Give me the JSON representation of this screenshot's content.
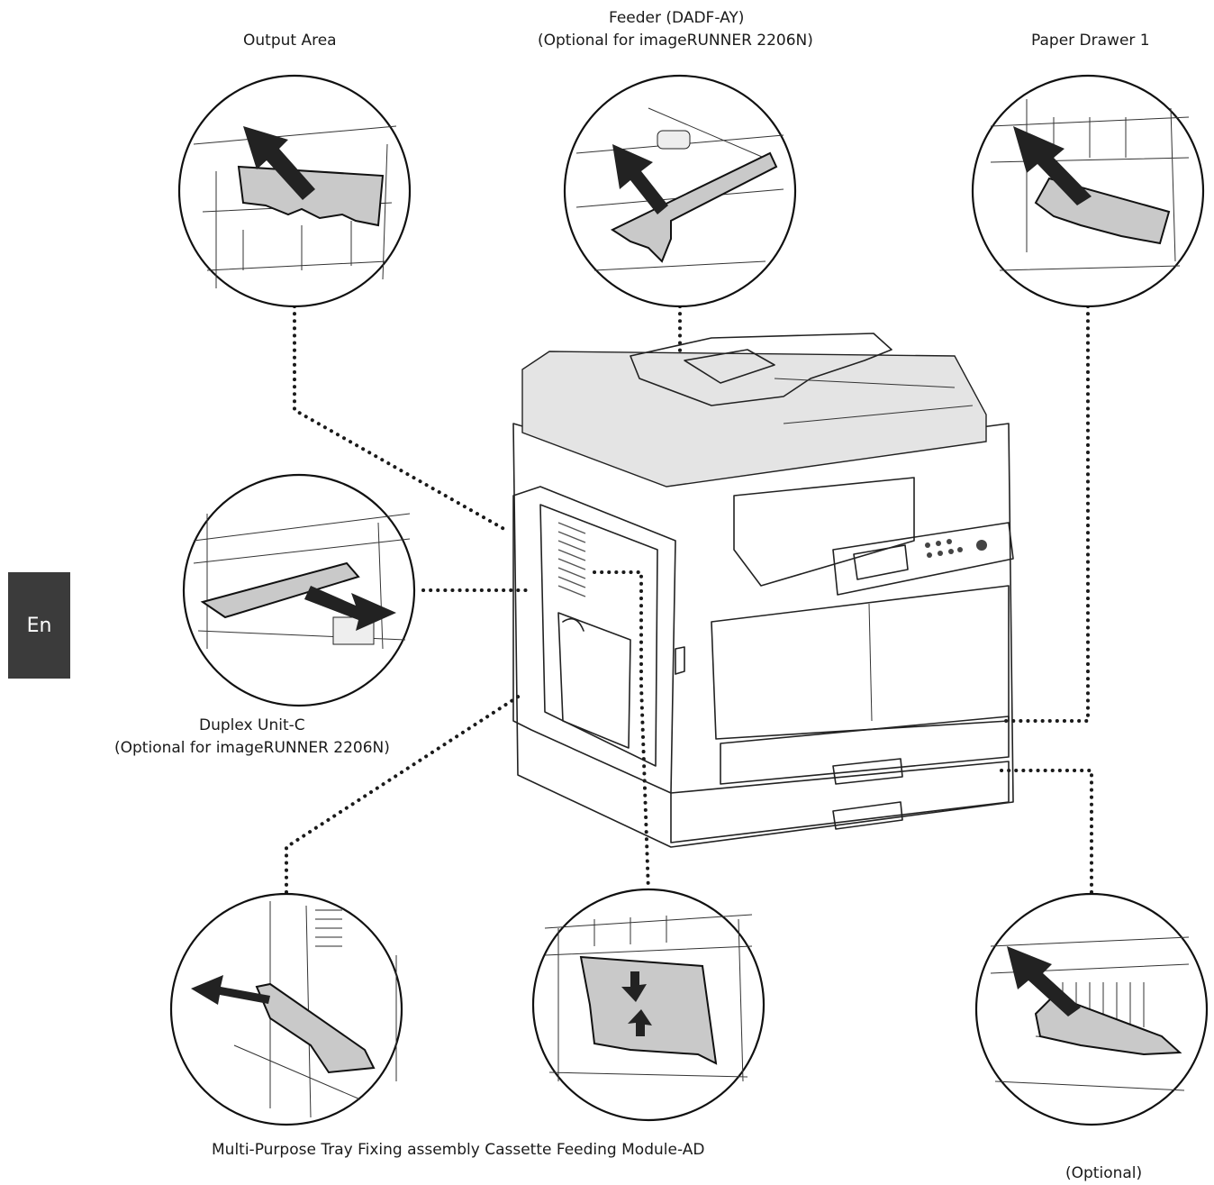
{
  "labels": {
    "output_area": "Output Area",
    "feeder_line1": "Feeder (DADF-AY)",
    "feeder_line2": "(Optional for imageRUNNER 2206N)",
    "paper_drawer_1": "Paper Drawer 1",
    "duplex_line1": "Duplex Unit-C",
    "duplex_line2": "(Optional for imageRUNNER 2206N)",
    "bottom_row": "Multi-Purpose Tray Fixing assembly Cassette Feeding Module-AD",
    "optional": "(Optional)"
  },
  "side_tab": {
    "text": "En",
    "color": "#3b3b3b"
  },
  "callouts": [
    {
      "id": "output-area",
      "arrow": "up-left"
    },
    {
      "id": "feeder",
      "arrow": "up-left"
    },
    {
      "id": "paper-drawer-1",
      "arrow": "up-left"
    },
    {
      "id": "duplex-unit",
      "arrow": "down-right"
    },
    {
      "id": "multi-purpose-tray",
      "arrow": "left"
    },
    {
      "id": "fixing-assembly",
      "arrow": "up-and-down"
    },
    {
      "id": "cassette-feeding-module",
      "arrow": "up-left"
    }
  ]
}
